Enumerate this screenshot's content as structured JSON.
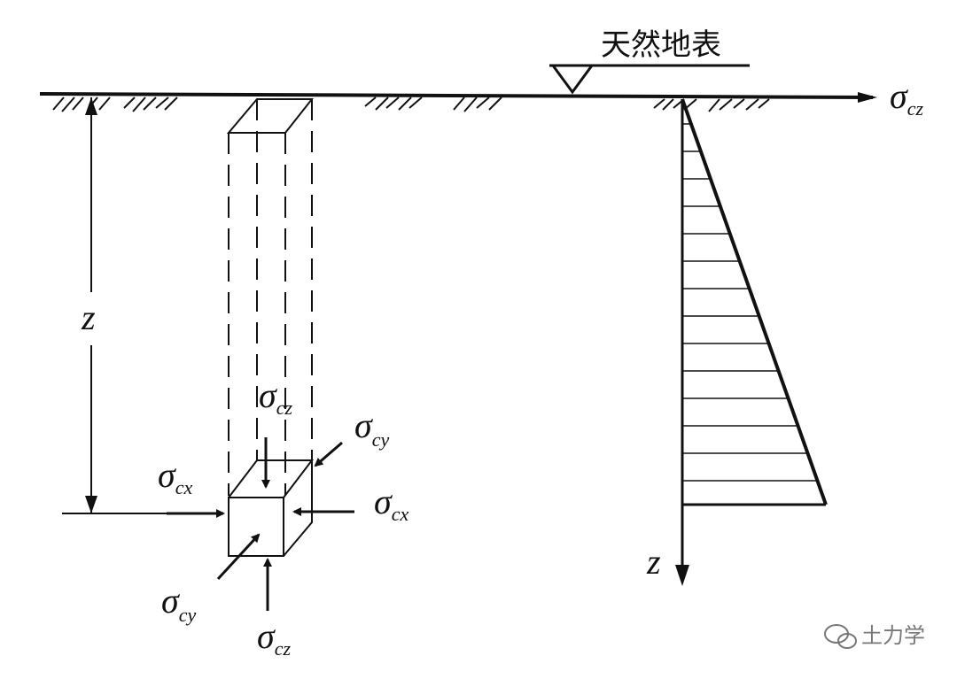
{
  "surface_label": "天然地表",
  "axis_label_sigma_cz": {
    "sym": "σ",
    "sub": "cz"
  },
  "depth_label": "z",
  "distribution_axis_label": "z",
  "element_labels": {
    "top_cz": {
      "sym": "σ",
      "sub": "cz"
    },
    "bottom_cz": {
      "sym": "σ",
      "sub": "cz"
    },
    "left_cx": {
      "sym": "σ",
      "sub": "cx"
    },
    "right_cx": {
      "sym": "σ",
      "sub": "cx"
    },
    "top_cy": {
      "sym": "σ",
      "sub": "cy"
    },
    "bottom_cy": {
      "sym": "σ",
      "sub": "cy"
    }
  },
  "watermark": "土力学"
}
